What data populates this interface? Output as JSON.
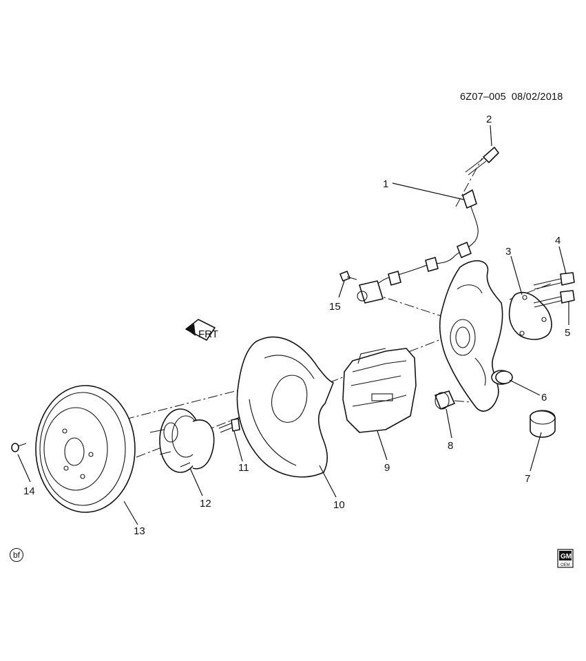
{
  "header": {
    "diagram_code": "6Z07–005",
    "date": "08/02/2018"
  },
  "callouts": [
    "1",
    "2",
    "3",
    "4",
    "5",
    "6",
    "7",
    "8",
    "9",
    "10",
    "11",
    "12",
    "13",
    "14",
    "15"
  ],
  "direction_marker": {
    "label": "FRT"
  },
  "corner_badge": {
    "label": "bf"
  },
  "logo": {
    "text_top": "GM",
    "text_bottom": "OEM"
  }
}
